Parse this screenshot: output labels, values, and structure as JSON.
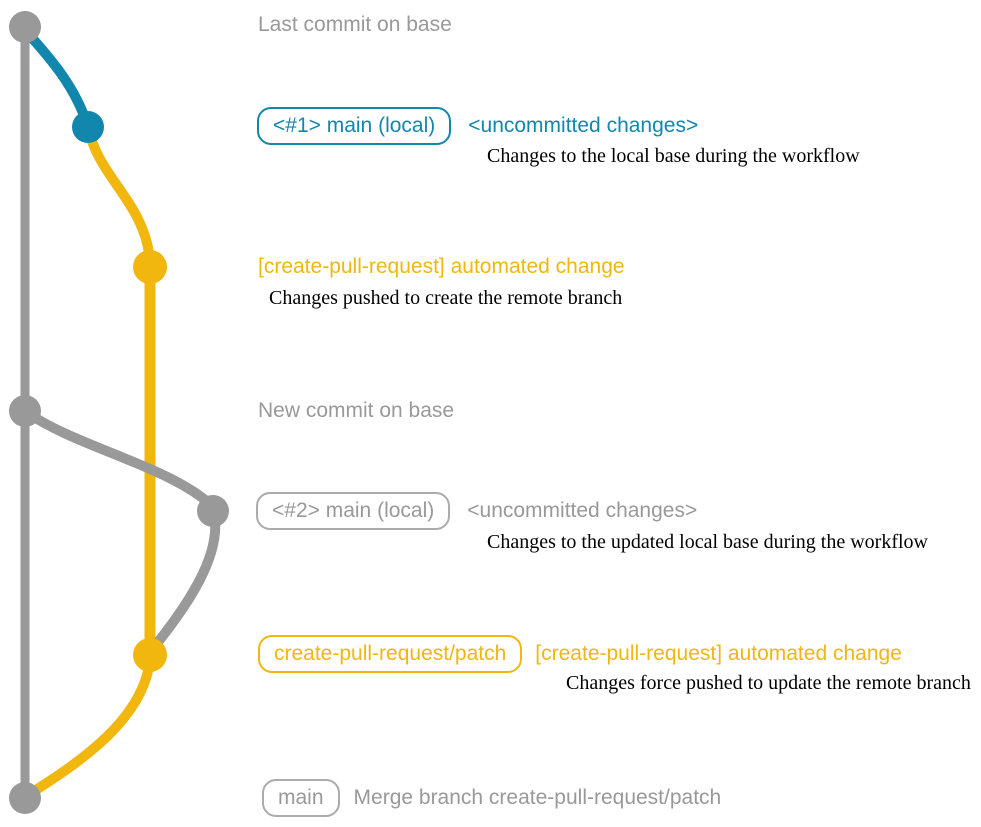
{
  "colors": {
    "gray": "#999999",
    "gray_border": "#ABABAB",
    "teal": "#1287AE",
    "yellow": "#F1B70E",
    "ink": "#000000"
  },
  "graph": {
    "description": "git branch diagram",
    "nodes": [
      {
        "id": "last-base-commit",
        "color": "gray"
      },
      {
        "id": "local-main-commit-1",
        "color": "teal"
      },
      {
        "id": "create-pull-request-commit-1",
        "color": "yellow"
      },
      {
        "id": "new-base-commit",
        "color": "gray"
      },
      {
        "id": "local-main-commit-2",
        "color": "gray"
      },
      {
        "id": "create-pull-request-commit-2",
        "color": "yellow"
      },
      {
        "id": "merge-commit",
        "color": "gray"
      }
    ]
  },
  "rows": {
    "last_commit": "Last commit on base",
    "branch1": {
      "box": "<#1> main (local)",
      "status": "<uncommitted changes>",
      "note": "Changes to the local base during the workflow"
    },
    "cpr1": {
      "message": "[create-pull-request] automated change",
      "note": "Changes pushed to create the remote branch"
    },
    "new_commit": "New commit on base",
    "branch2": {
      "box": "<#2> main (local)",
      "status": "<uncommitted changes>",
      "note": "Changes to the updated local base during the workflow"
    },
    "cpr2": {
      "box": "create-pull-request/patch",
      "message": "[create-pull-request] automated change",
      "note": "Changes force pushed to update the remote branch"
    },
    "merge": {
      "box": "main",
      "message": "Merge branch create-pull-request/patch"
    }
  }
}
